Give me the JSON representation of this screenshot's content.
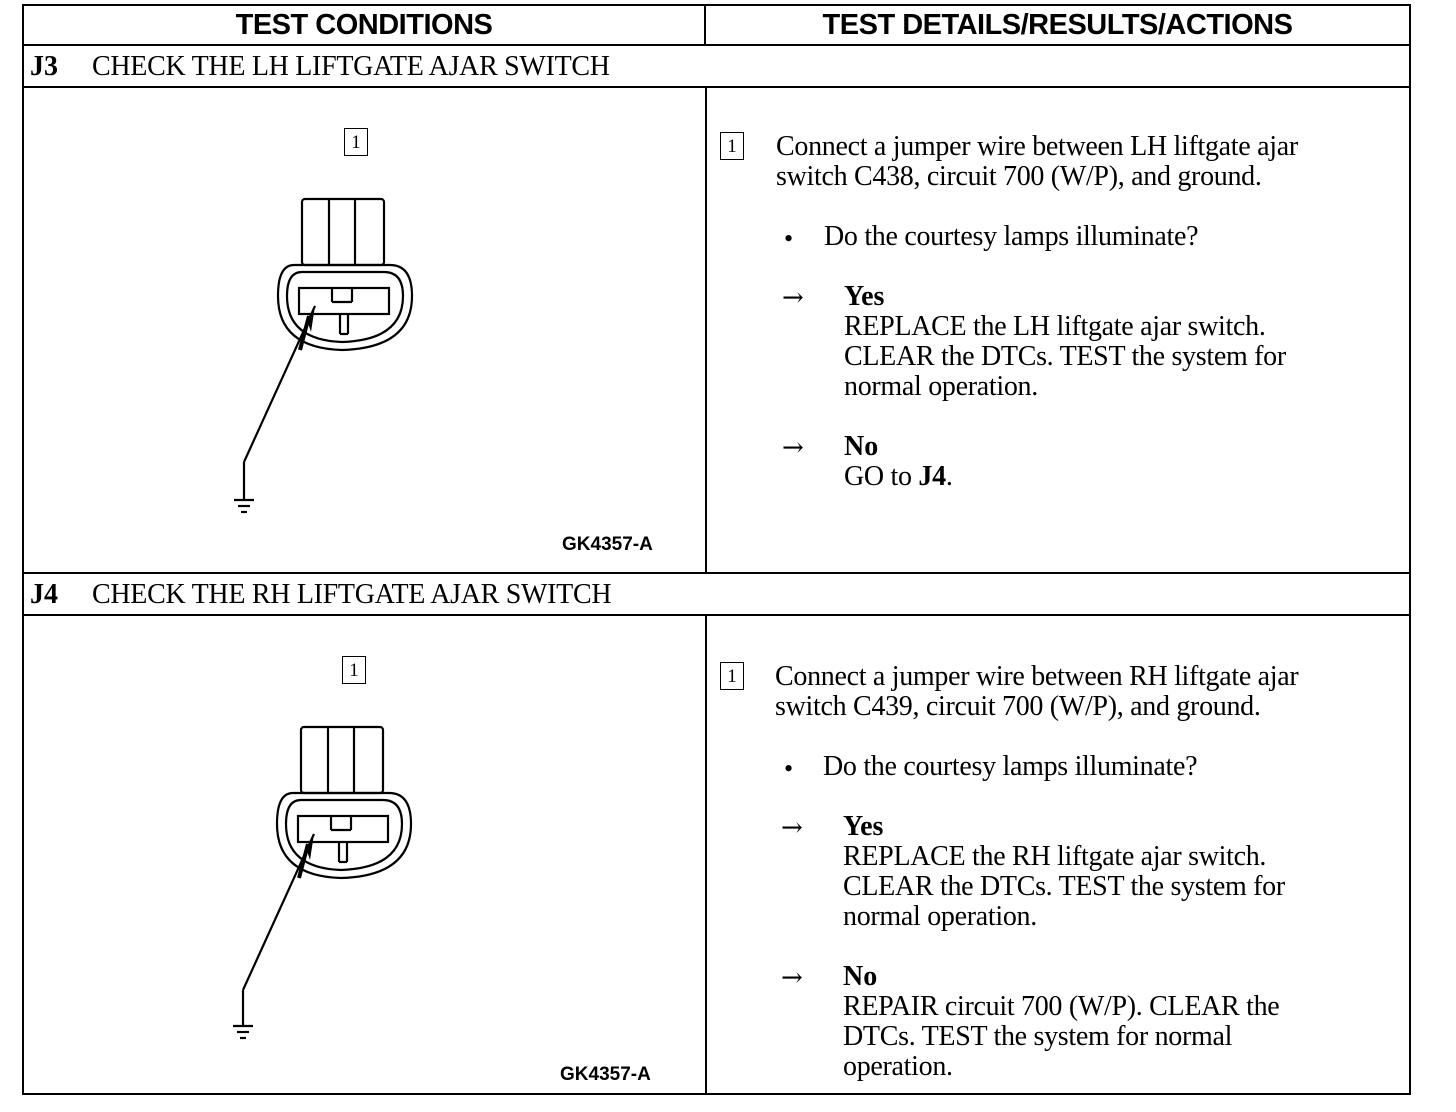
{
  "header": {
    "left": "TEST CONDITIONS",
    "right": "TEST DETAILS/RESULTS/ACTIONS"
  },
  "steps": [
    {
      "code": "J3",
      "title": "CHECK THE LH LIFTGATE AJAR SWITCH",
      "figure_id": "GK4357-A",
      "figure_step": "1",
      "detail_step": "1",
      "instruction_line1": "Connect a jumper wire between LH liftgate ajar",
      "instruction_line2": "switch C438, circuit 700 (W/P), and ground.",
      "question": "Do the courtesy lamps illuminate?",
      "yes_label": "Yes",
      "yes_lines": [
        "REPLACE the LH liftgate ajar switch.",
        "CLEAR the DTCs. TEST the system for",
        "normal operation."
      ],
      "no_label": "No",
      "no_prefix": "GO to ",
      "no_target": "J4",
      "no_suffix": "."
    },
    {
      "code": "J4",
      "title": "CHECK THE RH LIFTGATE AJAR SWITCH",
      "figure_id": "GK4357-A",
      "figure_step": "1",
      "detail_step": "1",
      "instruction_line1": "Connect a jumper wire between RH liftgate ajar",
      "instruction_line2": "switch C439, circuit 700 (W/P), and ground.",
      "question": "Do the courtesy lamps illuminate?",
      "yes_label": "Yes",
      "yes_lines": [
        "REPLACE the RH liftgate ajar switch.",
        "CLEAR the DTCs. TEST the system for",
        "normal operation."
      ],
      "no_label": "No",
      "no_lines": [
        "REPAIR circuit 700 (W/P). CLEAR the",
        "DTCs. TEST the system for normal",
        "operation."
      ]
    }
  ],
  "symbols": {
    "arrow": "→",
    "bullet": "•",
    "connector_icon": "connector-jumper-ground-icon"
  }
}
